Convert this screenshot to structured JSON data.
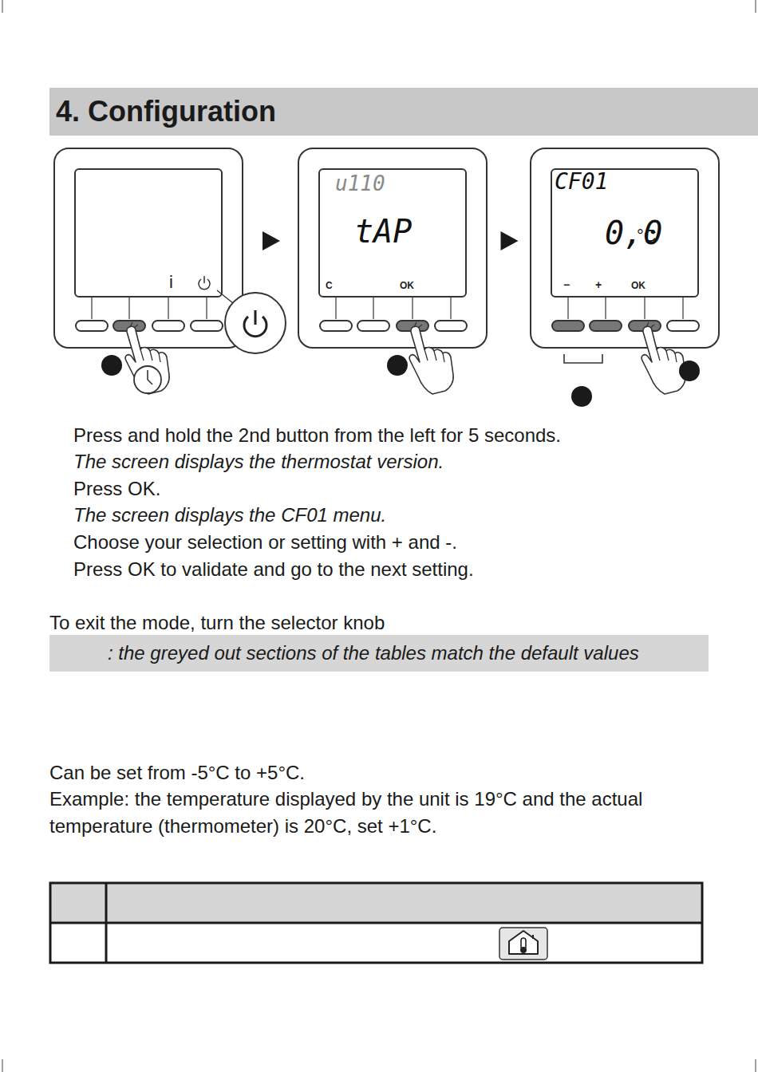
{
  "diagram": {
    "title": "4. Configuration",
    "nodes": [
      {
        "text": [
          "i"
        ]
      },
      {
        "text": [
          "u110",
          "tAP",
          "C",
          "OK"
        ]
      },
      {
        "text": [
          "CF01",
          "0,0",
          "°C",
          "−",
          "+",
          "OK"
        ]
      },
      {
        "text": [
          ": the greyed out sections of the tables match the default values"
        ]
      }
    ],
    "edges": [
      {
        "from": 0,
        "to": 1,
        "arrow": "to"
      },
      {
        "from": 1,
        "to": 2,
        "arrow": "to"
      }
    ],
    "labels": [
      "Press and hold the 2nd button from the left for 5 seconds.",
      "The screen displays the thermostat version.",
      "Press OK.",
      "The screen displays the CF01 menu.",
      "Choose your selection or setting with + and -.",
      "Press OK to validate and go to the next setting.",
      "To exit the mode, turn the selector knob",
      "Can be set from -5°C to +5°C.",
      "Example: the temperature displayed by the unit is 19°C and the actual temperature (thermometer) is 20°C, set +1°C."
    ]
  }
}
